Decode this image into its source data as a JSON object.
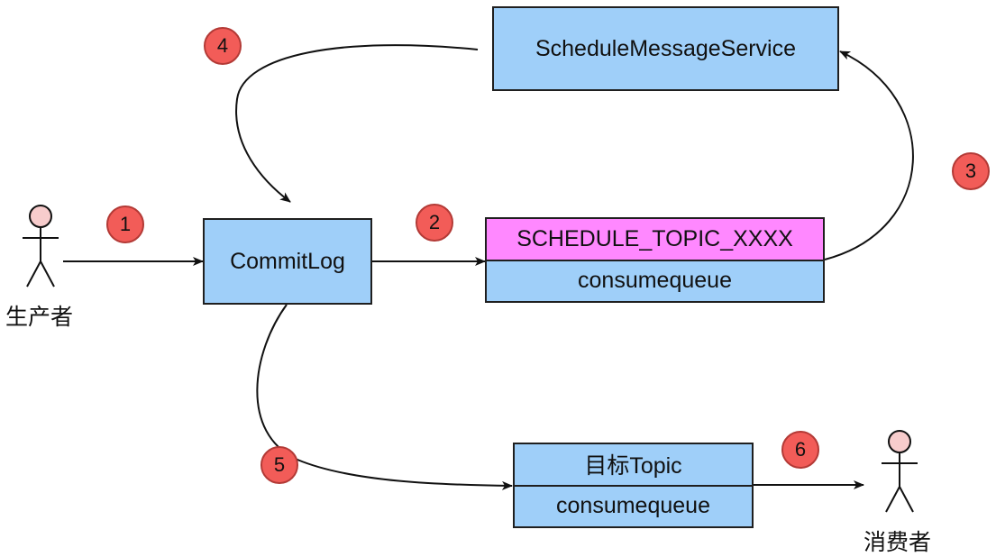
{
  "nodes": {
    "schedule_service": "ScheduleMessageService",
    "commitlog": "CommitLog",
    "schedule_topic": {
      "title": "SCHEDULE_TOPIC_XXXX",
      "sub": "consumequeue"
    },
    "target_topic": {
      "title": "目标Topic",
      "sub": "consumequeue"
    }
  },
  "actors": {
    "producer": "生产者",
    "consumer": "消费者"
  },
  "steps": [
    "1",
    "2",
    "3",
    "4",
    "5",
    "6"
  ],
  "colors": {
    "box_fill": "#9fcff9",
    "schedule_topic_fill": "#ff88ff",
    "step_badge": "#f25c58"
  }
}
